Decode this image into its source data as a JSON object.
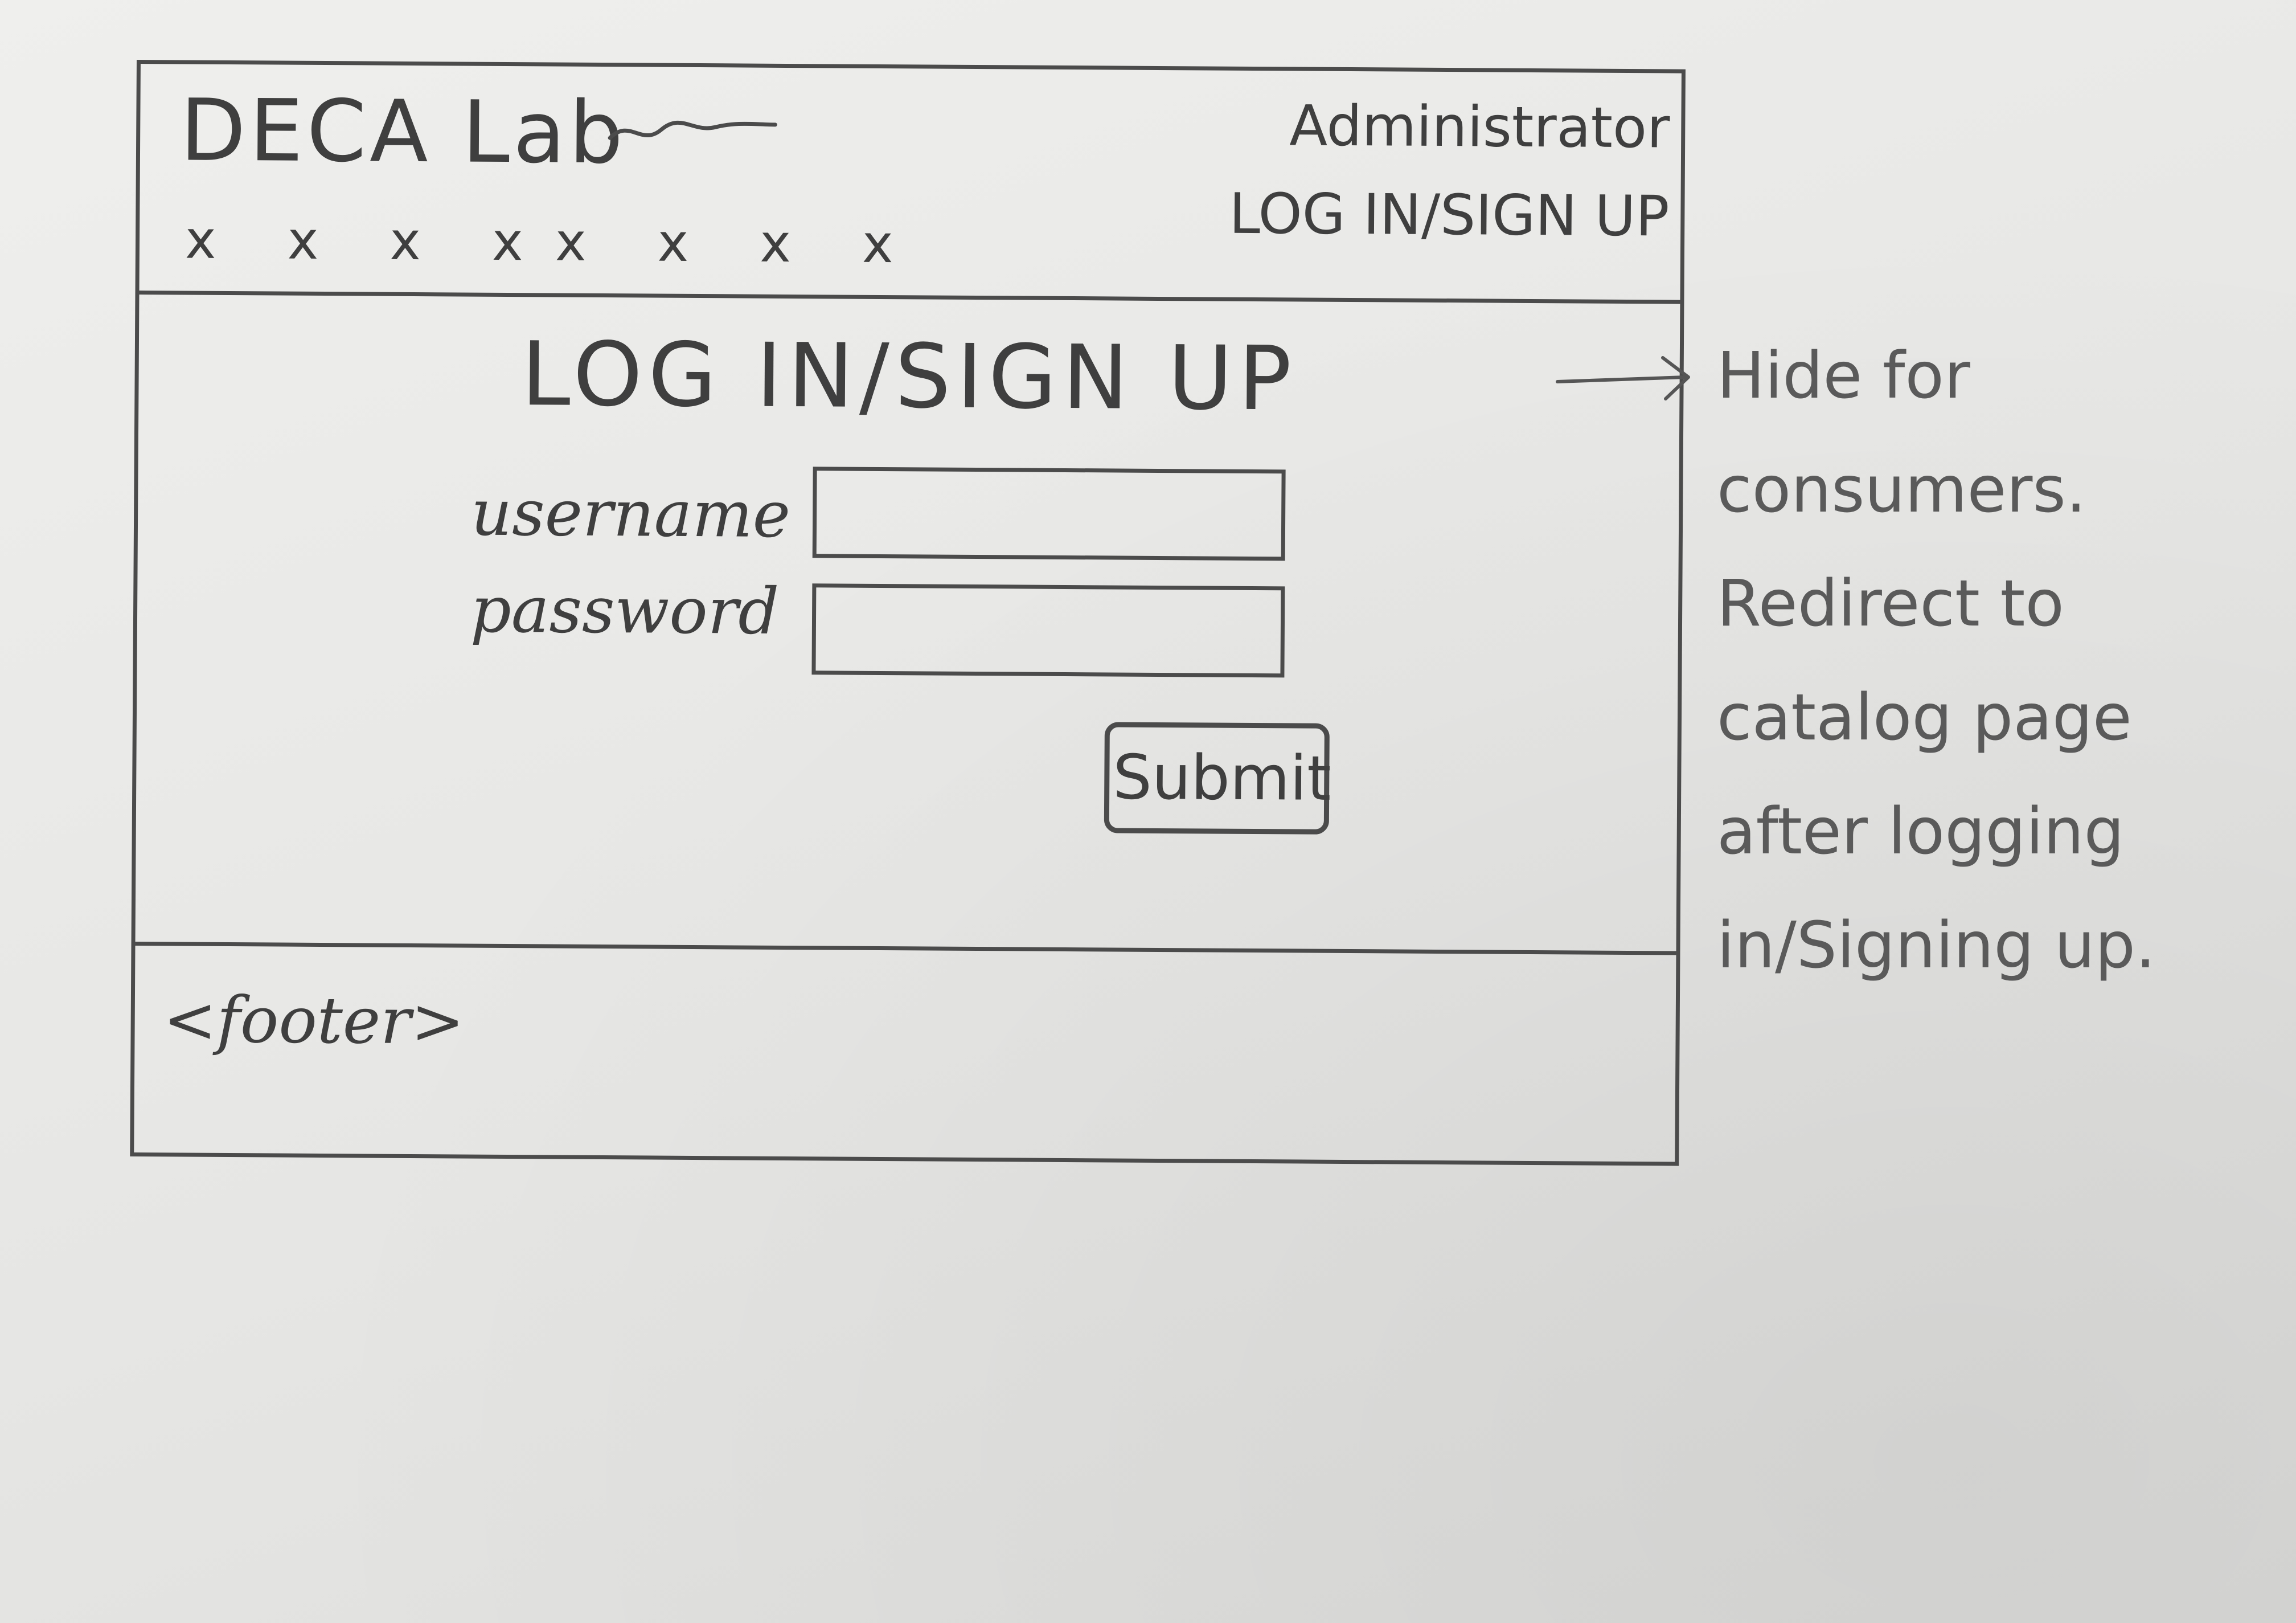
{
  "header": {
    "brand": "DECA Lab",
    "nav_group_1": "x x x x",
    "nav_group_2": "x x x x",
    "admin_label": "Administrator",
    "login_link": "LOG IN/SIGN UP"
  },
  "main": {
    "title": "LOG IN/SIGN UP",
    "username_label": "username",
    "password_label": "password",
    "username_value": "",
    "password_value": "",
    "submit_label": "Submit"
  },
  "footer": {
    "text": "<footer>"
  },
  "annotation": {
    "note": "Hide for consumers. Redirect to catalog page after logging in/Signing up."
  },
  "colors": {
    "paper": "#e9e9e7",
    "pencil": "#4b4b4b"
  },
  "icons": {
    "arrow": "right-arrow-icon",
    "squiggle": "squiggle-icon"
  }
}
